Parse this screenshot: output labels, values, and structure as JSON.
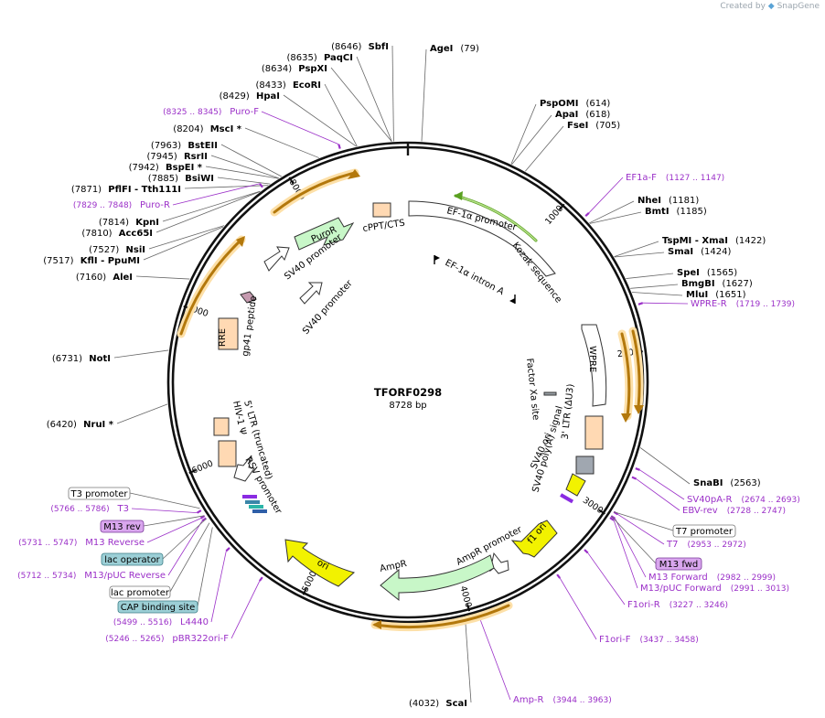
{
  "watermark": {
    "prefix": "Created by",
    "brand": "SnapGene"
  },
  "plasmid": {
    "name": "TFORF0298",
    "size_label": "8728 bp",
    "length": 8728
  },
  "colors": {
    "enzyme": "#000000",
    "primer": "#9b30c8",
    "feature_yellow": "#f2f200",
    "feature_green": "#c8f7c8",
    "feature_peach": "#ffd9b3",
    "orange_arrow": "#b3780c",
    "leader": "#666666"
  },
  "ticks": [
    {
      "pos": 1000,
      "label": "1000"
    },
    {
      "pos": 2000,
      "label": "2000"
    },
    {
      "pos": 3000,
      "label": "3000"
    },
    {
      "pos": 4000,
      "label": "4000"
    },
    {
      "pos": 5000,
      "label": "5000"
    },
    {
      "pos": 6000,
      "label": "6000"
    },
    {
      "pos": 7000,
      "label": "7000"
    },
    {
      "pos": 8000,
      "label": "8000"
    }
  ],
  "enzymes_right": [
    {
      "pos": 79,
      "coord": "(79)",
      "name": "AgeI"
    },
    {
      "pos": 614,
      "coord": "(614)",
      "name": "PspOMI"
    },
    {
      "pos": 618,
      "coord": "(618)",
      "name": "ApaI"
    },
    {
      "pos": 705,
      "coord": "(705)",
      "name": "FseI"
    },
    {
      "pos": 1181,
      "coord": "(1181)",
      "name": "NheI"
    },
    {
      "pos": 1185,
      "coord": "(1185)",
      "name": "BmtI"
    },
    {
      "pos": 1422,
      "coord": "(1422)",
      "name": "TspMI  - XmaI"
    },
    {
      "pos": 1424,
      "coord": "(1424)",
      "name": "SmaI"
    },
    {
      "pos": 1565,
      "coord": "(1565)",
      "name": "SpeI"
    },
    {
      "pos": 1627,
      "coord": "(1627)",
      "name": "BmgBI"
    },
    {
      "pos": 1651,
      "coord": "(1651)",
      "name": "MluI"
    },
    {
      "pos": 2563,
      "coord": "(2563)",
      "name": "SnaBI"
    }
  ],
  "enzymes_left": [
    {
      "pos": 8646,
      "coord": "(8646)",
      "name": "SbfI"
    },
    {
      "pos": 8635,
      "coord": "(8635)",
      "name": "PaqCI"
    },
    {
      "pos": 8634,
      "coord": "(8634)",
      "name": "PspXI"
    },
    {
      "pos": 8433,
      "coord": "(8433)",
      "name": "EcoRI"
    },
    {
      "pos": 8429,
      "coord": "(8429)",
      "name": "HpaI"
    },
    {
      "pos": 8204,
      "coord": "(8204)",
      "name": "MscI *"
    },
    {
      "pos": 7963,
      "coord": "(7963)",
      "name": "BstEII"
    },
    {
      "pos": 7945,
      "coord": "(7945)",
      "name": "RsrII"
    },
    {
      "pos": 7942,
      "coord": "(7942)",
      "name": "BspEI *"
    },
    {
      "pos": 7885,
      "coord": "(7885)",
      "name": "BsiWI"
    },
    {
      "pos": 7871,
      "coord": "(7871)",
      "name": "PflFI  - Tth111I"
    },
    {
      "pos": 7814,
      "coord": "(7814)",
      "name": "KpnI"
    },
    {
      "pos": 7810,
      "coord": "(7810)",
      "name": "Acc65I"
    },
    {
      "pos": 7527,
      "coord": "(7527)",
      "name": "NsiI"
    },
    {
      "pos": 7517,
      "coord": "(7517)",
      "name": "KflI  - PpuMI"
    },
    {
      "pos": 7160,
      "coord": "(7160)",
      "name": "AleI"
    },
    {
      "pos": 6731,
      "coord": "(6731)",
      "name": "NotI"
    },
    {
      "pos": 6420,
      "coord": "(6420)",
      "name": "NruI *"
    },
    {
      "pos": 4032,
      "coord": "(4032)",
      "name": "ScaI"
    }
  ],
  "primers_right": [
    {
      "pos": 1137,
      "name": "EF1a-F",
      "range": "(1127 .. 1147)"
    },
    {
      "pos": 1729,
      "name": "WPRE-R",
      "range": "(1719 .. 1739)"
    },
    {
      "pos": 2684,
      "name": "SV40pA-R",
      "range": "(2674 .. 2693)"
    },
    {
      "pos": 2738,
      "name": "EBV-rev",
      "range": "(2728 .. 2747)"
    },
    {
      "pos": 2962,
      "name": "T7",
      "range": "(2953 .. 2972)"
    },
    {
      "pos": 2990,
      "name": "M13 Forward",
      "range": "(2982 .. 2999)"
    },
    {
      "pos": 3002,
      "name": "M13/pUC Forward",
      "range": "(2991 .. 3013)"
    },
    {
      "pos": 3236,
      "name": "F1ori-R",
      "range": "(3227 .. 3246)"
    },
    {
      "pos": 3447,
      "name": "F1ori-F",
      "range": "(3437 .. 3458)"
    },
    {
      "pos": 3953,
      "name": "Amp-R",
      "range": "(3944 .. 3963)"
    }
  ],
  "primers_left": [
    {
      "pos": 8335,
      "name": "Puro-F",
      "range": "(8325 .. 8345)"
    },
    {
      "pos": 7838,
      "name": "Puro-R",
      "range": "(7829 .. 7848)"
    },
    {
      "pos": 5776,
      "name": "T3",
      "range": "(5766 .. 5786)"
    },
    {
      "pos": 5739,
      "name": "M13 Reverse",
      "range": "(5731 .. 5747)"
    },
    {
      "pos": 5723,
      "name": "M13/pUC Reverse",
      "range": "(5712 .. 5734)"
    },
    {
      "pos": 5507,
      "name": "L4440",
      "range": "(5499 .. 5516)"
    },
    {
      "pos": 5255,
      "name": "pBR322ori-F",
      "range": "(5246 .. 5265)"
    }
  ],
  "boxed_labels": [
    {
      "pos": 2962,
      "text": "T7 promoter",
      "style": "white"
    },
    {
      "pos": 2990,
      "text": "M13 fwd",
      "style": "purple"
    },
    {
      "pos": 5790,
      "text": "T3 promoter",
      "style": "white"
    },
    {
      "pos": 5740,
      "text": "M13 rev",
      "style": "purple"
    },
    {
      "pos": 5720,
      "text": "lac operator",
      "style": "teal"
    },
    {
      "pos": 5690,
      "text": "lac promoter",
      "style": "white"
    },
    {
      "pos": 5660,
      "text": "CAP binding site",
      "style": "teal"
    }
  ],
  "features": [
    {
      "label": "EF-1α promoter"
    },
    {
      "label": "Kozak sequence"
    },
    {
      "label": "EF-1α intron A"
    },
    {
      "label": "WPRE"
    },
    {
      "label": "Factor Xa site"
    },
    {
      "label": "3' LTR (ΔU3)"
    },
    {
      "label": "SV40 poly(A) signal"
    },
    {
      "label": "SV40 ori"
    },
    {
      "label": "f1 ori"
    },
    {
      "label": "AmpR promoter"
    },
    {
      "label": "AmpR"
    },
    {
      "label": "ori"
    },
    {
      "label": "RSV promoter"
    },
    {
      "label": "5' LTR (truncated)"
    },
    {
      "label": "HIV-1 Ψ"
    },
    {
      "label": "RRE"
    },
    {
      "label": "gp41 peptide"
    },
    {
      "label": "SV40 promoter"
    },
    {
      "label": "PuroR"
    },
    {
      "label": "cPPT/CTS"
    }
  ]
}
